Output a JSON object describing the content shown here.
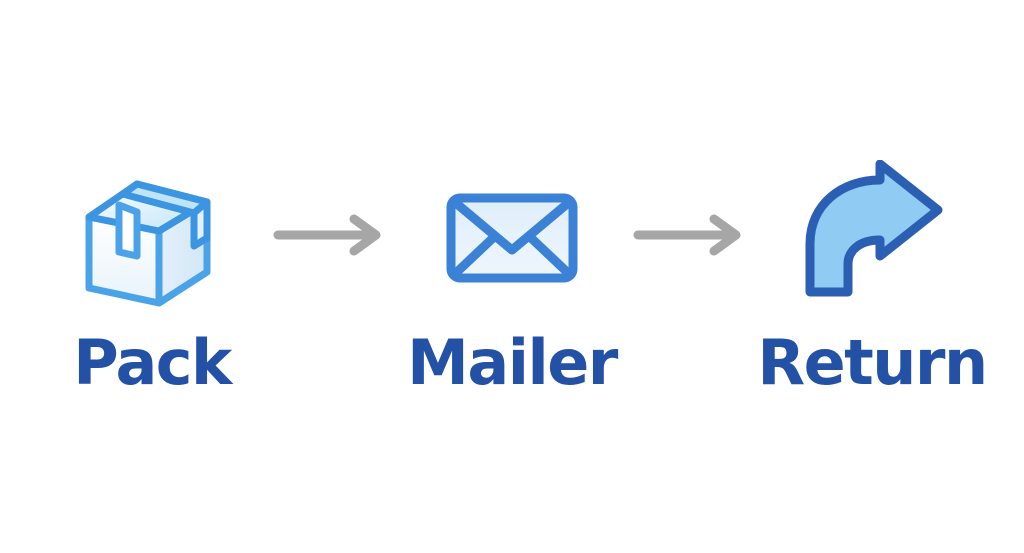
{
  "diagram": {
    "type": "process-flow",
    "orientation": "horizontal",
    "background_color": "#ffffff",
    "label_color": "#2351a5",
    "icon_stroke_primary": "#3b82d6",
    "icon_stroke_dark": "#2b5fb3",
    "icon_fill_light": "#eff6fc",
    "icon_fill_blue": "#8fcbf2",
    "connector_color": "#a6a6a6",
    "steps": [
      {
        "index": 1,
        "label": "Pack",
        "icon": "open-box-icon"
      },
      {
        "index": 2,
        "label": "Mailer",
        "icon": "envelope-icon"
      },
      {
        "index": 3,
        "label": "Return",
        "icon": "return-arrow-icon"
      }
    ],
    "connectors": [
      {
        "index": 1,
        "icon": "arrow-right-icon",
        "from": "Pack",
        "to": "Mailer"
      },
      {
        "index": 2,
        "icon": "arrow-right-icon",
        "from": "Mailer",
        "to": "Return"
      }
    ]
  }
}
